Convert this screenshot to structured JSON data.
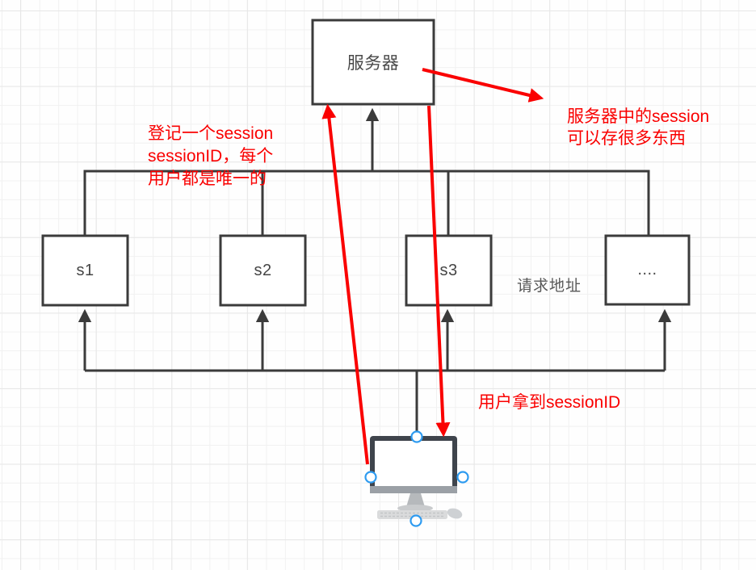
{
  "diagram": {
    "server": {
      "label": "服务器"
    },
    "nodes": [
      {
        "label": "s1"
      },
      {
        "label": "s2"
      },
      {
        "label": "s3"
      },
      {
        "label": "...."
      }
    ],
    "request_address_label": "请求地址",
    "annotations": {
      "register_session": "登记一个session\nsessionID，每个\n用户都是唯一的",
      "server_session_note": "服务器中的session\n可以存很多东西",
      "user_gets_sessionid": "用户拿到sessionID"
    },
    "colors": {
      "annotation_red": "#fa0000",
      "connector_dark": "#3b3b3b",
      "selection_handle_blue": "#2e9bf0"
    }
  }
}
